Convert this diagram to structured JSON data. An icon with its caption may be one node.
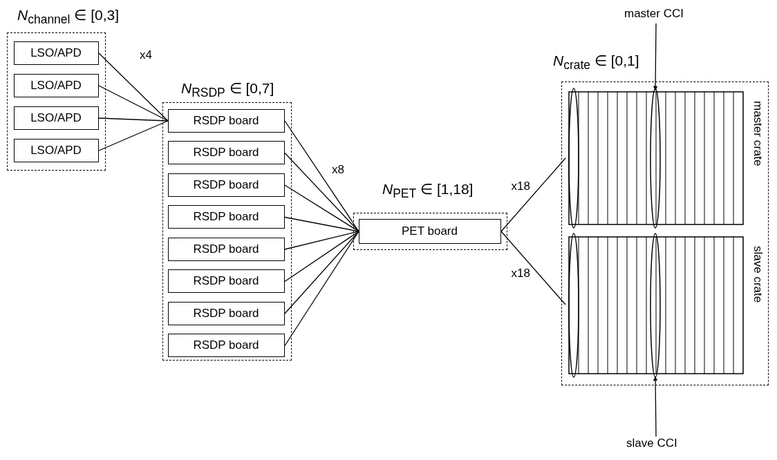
{
  "diagram": {
    "nodes": [
      {
        "text": [
          "*N*$_{channel}$ ∈ [0,3]"
        ]
      },
      {
        "text": [
          "LSO/APD"
        ],
        "in": 0
      },
      {
        "text": [
          "LSO/APD"
        ],
        "in": 0
      },
      {
        "text": [
          "LSO/APD"
        ],
        "in": 0
      },
      {
        "text": [
          "LSO/APD"
        ],
        "in": 0
      },
      {
        "text": [
          "*N*$_{RSDP}$ ∈ [0,7]"
        ]
      },
      {
        "text": [
          "RSDP board"
        ],
        "in": 5
      },
      {
        "text": [
          "RSDP board"
        ],
        "in": 5
      },
      {
        "text": [
          "RSDP board"
        ],
        "in": 5
      },
      {
        "text": [
          "RSDP board"
        ],
        "in": 5
      },
      {
        "text": [
          "RSDP board"
        ],
        "in": 5
      },
      {
        "text": [
          "RSDP board"
        ],
        "in": 5
      },
      {
        "text": [
          "RSDP board"
        ],
        "in": 5
      },
      {
        "text": [
          "RSDP board"
        ],
        "in": 5
      },
      {
        "text": [
          "*N*$_{PET}$ ∈ [1,18]"
        ]
      },
      {
        "text": [
          "PET board"
        ],
        "in": 14
      },
      {
        "text": [
          "*N*$_{crate}$ ∈ [0,1]"
        ]
      },
      {
        "text": [
          "master crate"
        ],
        "in": 16
      },
      {
        "text": [
          "slave crate"
        ],
        "in": 16
      },
      {
        "text": [
          "master CCI"
        ]
      },
      {
        "text": [
          "slave CCI"
        ]
      }
    ],
    "edges": [
      {
        "from": 1,
        "to": 6,
        "arrow": "none"
      },
      {
        "from": 2,
        "to": 6,
        "arrow": "none"
      },
      {
        "from": 3,
        "to": 6,
        "arrow": "none"
      },
      {
        "from": 4,
        "to": 6,
        "arrow": "none"
      },
      {
        "from": 6,
        "to": 15,
        "arrow": "none"
      },
      {
        "from": 7,
        "to": 15,
        "arrow": "none"
      },
      {
        "from": 8,
        "to": 15,
        "arrow": "none"
      },
      {
        "from": 9,
        "to": 15,
        "arrow": "none"
      },
      {
        "from": 10,
        "to": 15,
        "arrow": "none"
      },
      {
        "from": 11,
        "to": 15,
        "arrow": "none"
      },
      {
        "from": 12,
        "to": 15,
        "arrow": "none"
      },
      {
        "from": 13,
        "to": 15,
        "arrow": "none"
      },
      {
        "from": 15,
        "to": 17,
        "arrow": "none",
        "label": "x18"
      },
      {
        "from": 15,
        "to": 18,
        "arrow": "none",
        "label": "x18"
      },
      {
        "from": 19,
        "to": 17,
        "arrow": "to"
      },
      {
        "from": 20,
        "to": 18,
        "arrow": "to"
      }
    ],
    "labels": [
      "x4",
      "x8"
    ]
  }
}
